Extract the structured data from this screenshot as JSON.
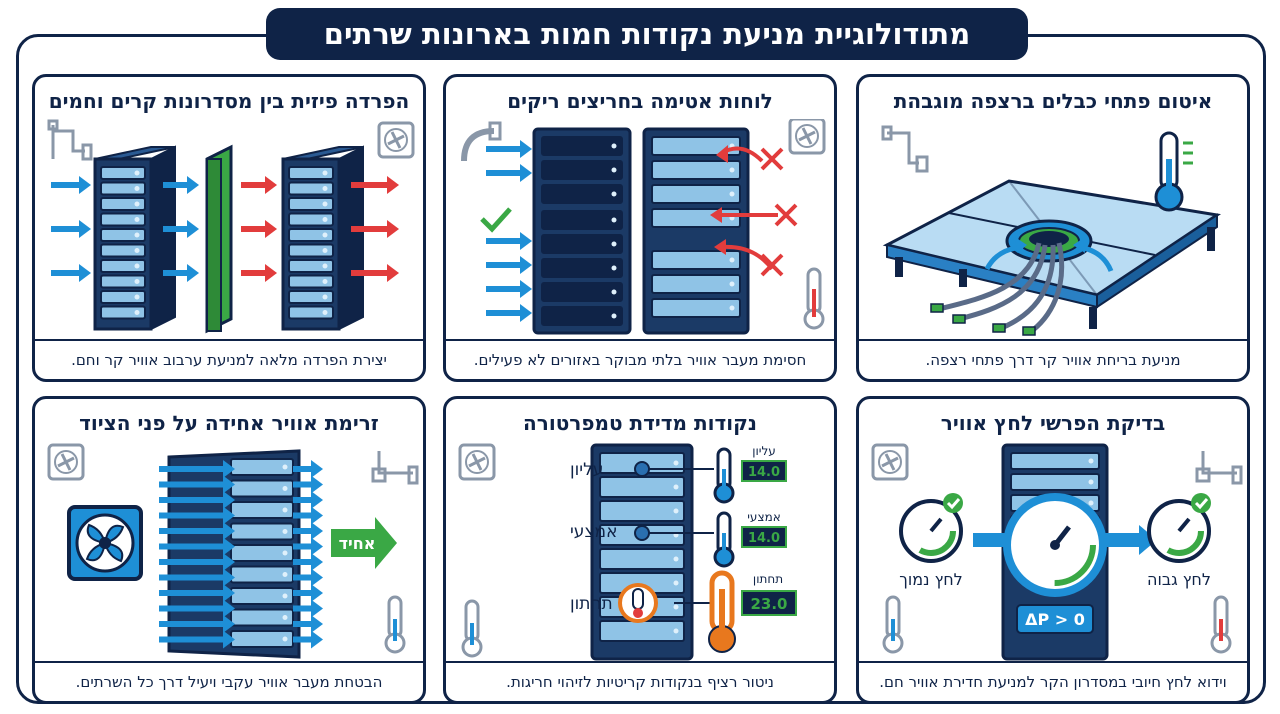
{
  "title": "מתודולוגיית מניעת נקודות חמות בארונות שרתים",
  "colors": {
    "navy": "#0f2347",
    "blue": "#1e8fd6",
    "red": "#e23c3c",
    "green": "#3aa845",
    "orange": "#e8781e",
    "lightblue": "#8fc3e6"
  },
  "panels": {
    "cable_sealing": {
      "title": "איטום פתחי כבלים ברצפה מוגבהת",
      "caption": "מניעת בריחת אוויר קר דרך פתחי רצפה."
    },
    "blanking_panels": {
      "title": "לוחות אטימה בחריצים ריקים",
      "caption": "חסימת מעבר אוויר בלתי מבוקר באזורים לא פעילים."
    },
    "physical_separation": {
      "title": "הפרדה פיזית בין מסדרונות קרים וחמים",
      "caption": "יצירת הפרדה מלאה למניעת ערבוב אוויר קר וחם."
    },
    "pressure_check": {
      "title": "בדיקת הפרשי לחץ אוויר",
      "caption": "וידוא לחץ חיובי במסדרון הקר למניעת חדירת אוויר חם.",
      "low_label": "לחץ נמוך",
      "high_label": "לחץ גבוה",
      "delta_label": "ΔP > 0"
    },
    "temperature_points": {
      "title": "נקודות מדידת טמפרטורה",
      "caption": "ניטור רציף בנקודות קריטיות לזיהוי חריגות.",
      "levels": [
        {
          "name": "עליון",
          "reading": "14.0"
        },
        {
          "name": "אמצעי",
          "reading": "14.0"
        },
        {
          "name": "תחתון",
          "reading": "23.0"
        }
      ]
    },
    "uniform_airflow": {
      "title": "זרימת אוויר אחידה על פני הציוד",
      "caption": "הבטחת מעבר אוויר עקבי ויעיל דרך כל השרתים.",
      "uniform_label": "אחיד"
    }
  },
  "icons": [
    "fan-icon",
    "pipe-icon",
    "thermometer-icon",
    "check-icon",
    "x-icon",
    "gauge-icon"
  ]
}
